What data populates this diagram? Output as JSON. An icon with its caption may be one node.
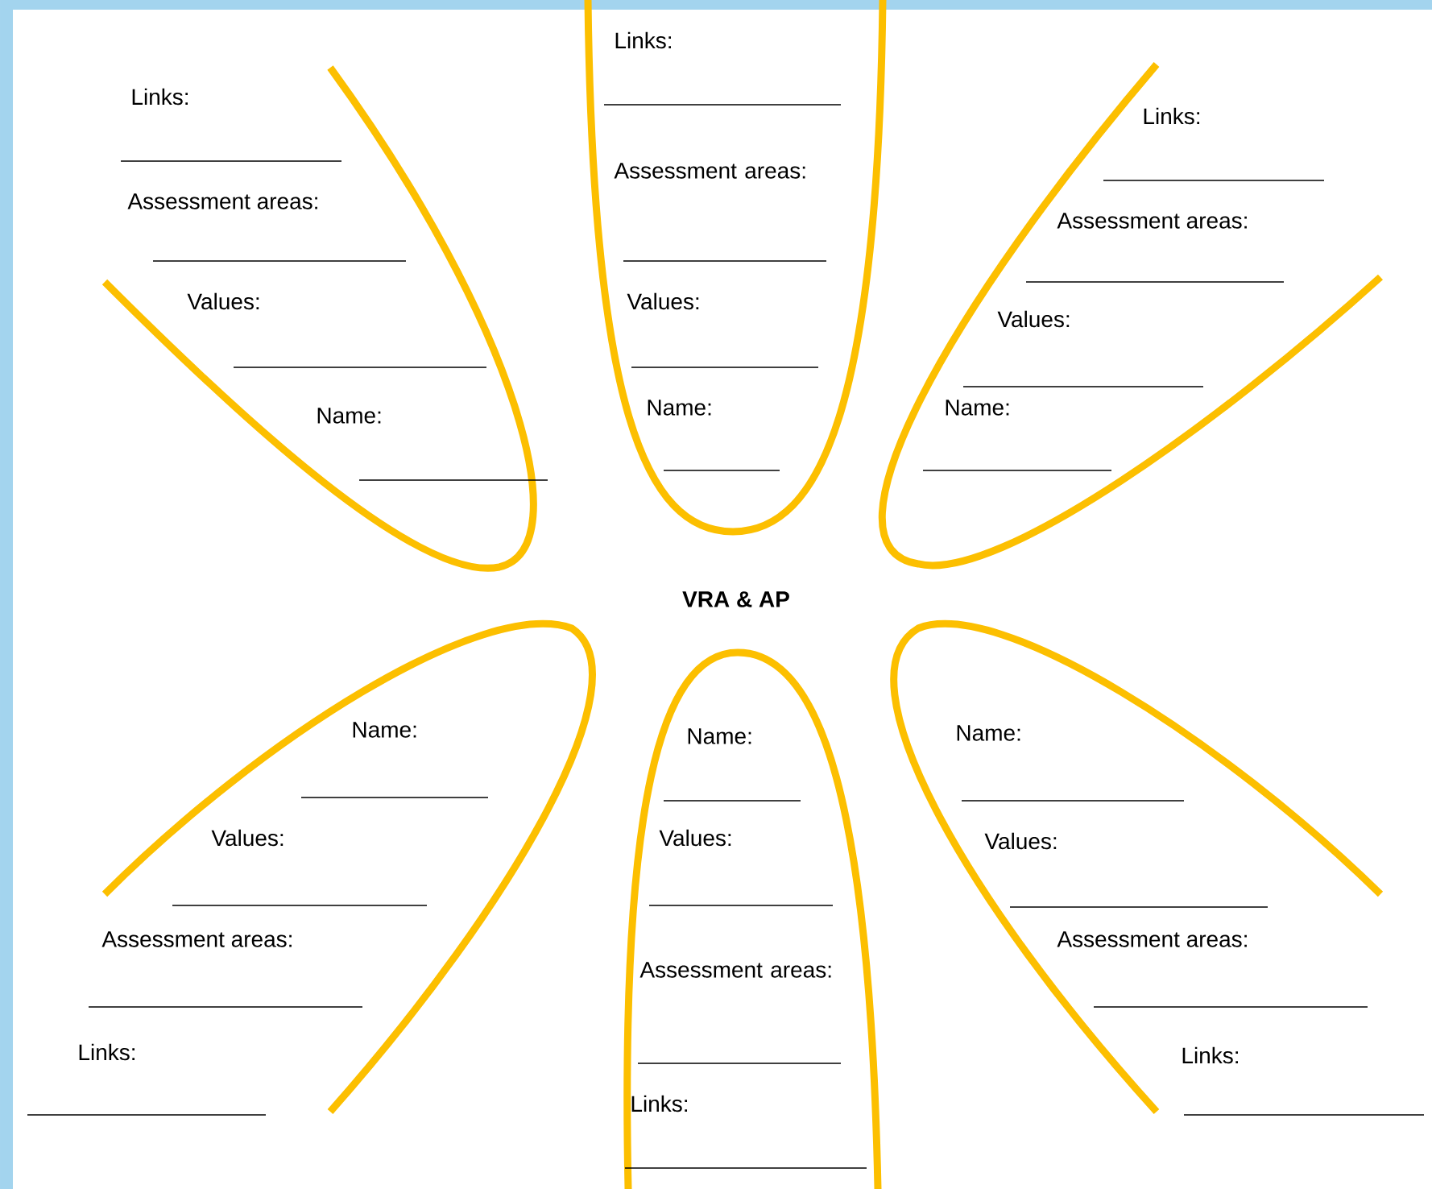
{
  "diagram": {
    "nodes": [
      {
        "text": [
          "Links:",
          "Assessment areas:",
          "Values:",
          "Name:"
        ]
      },
      {
        "text": [
          "Links:",
          "Assessment areas:",
          "Values:",
          "Name:"
        ]
      },
      {
        "text": [
          "Links:",
          "Assessment areas:",
          "Values:",
          "Name:"
        ]
      },
      {
        "text": [
          "Name:",
          "Values:",
          "Assessment areas:",
          "Links:"
        ]
      },
      {
        "text": [
          "Name:",
          "Values:",
          "Assessment areas:",
          "Links:"
        ]
      },
      {
        "text": [
          "Name:",
          "Values:",
          "Assessment areas:",
          "Links:"
        ]
      }
    ],
    "labels": [
      "VRA & AP"
    ]
  }
}
